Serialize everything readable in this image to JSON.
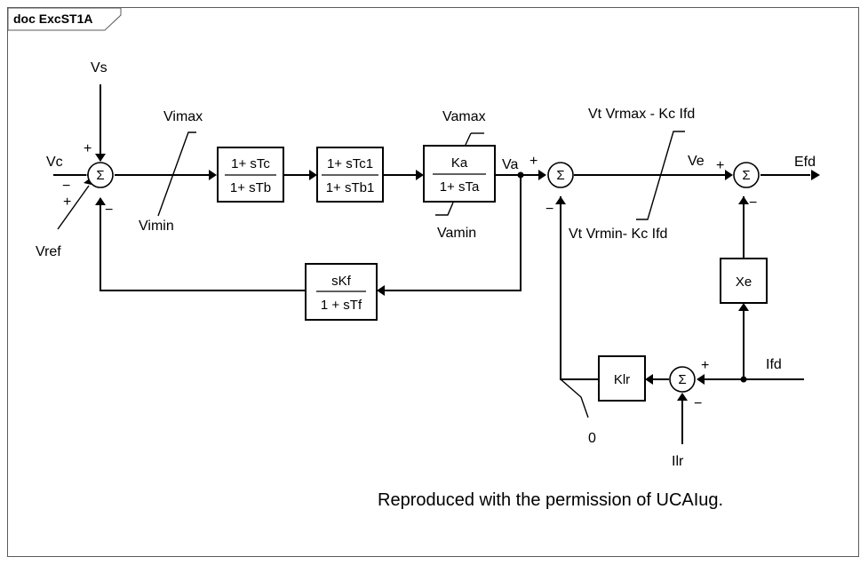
{
  "header": {
    "title": "doc ExcST1A"
  },
  "caption": "Reproduced with the permission of UCAIug.",
  "sum_symbol": "Σ",
  "signals": {
    "vc": "Vc",
    "vs": "Vs",
    "vref": "Vref",
    "vimax": "Vimax",
    "vimin": "Vimin",
    "vamax": "Vamax",
    "vamin": "Vamin",
    "va": "Va",
    "vrmax": "Vt Vrmax - Kc Ifd",
    "vrmin": "Vt Vrmin- Kc Ifd",
    "ve": "Ve",
    "efd": "Efd",
    "ifd": "Ifd",
    "ilr": "Ilr",
    "zero": "0"
  },
  "blocks": {
    "lead_lag_1": {
      "num": "1+ sTc",
      "den": "1+ sTb"
    },
    "lead_lag_2": {
      "num": "1+ sTc1",
      "den": "1+ sTb1"
    },
    "amplifier": {
      "num": "Ka",
      "den": "1+ sTa"
    },
    "feedback": {
      "num": "sKf",
      "den": "1 + sTf"
    },
    "xe": {
      "label": "Xe"
    },
    "klr": {
      "label": "Klr"
    }
  },
  "signs": {
    "sum1_vs": "+",
    "sum1_vc": "−",
    "sum1_vref": "+",
    "sum1_feedback": "−",
    "sum2_va": "+",
    "sum2_klr": "−",
    "sum3_ve": "+",
    "sum3_xe": "−",
    "sum4_ifd": "+",
    "sum4_ilr": "−"
  }
}
